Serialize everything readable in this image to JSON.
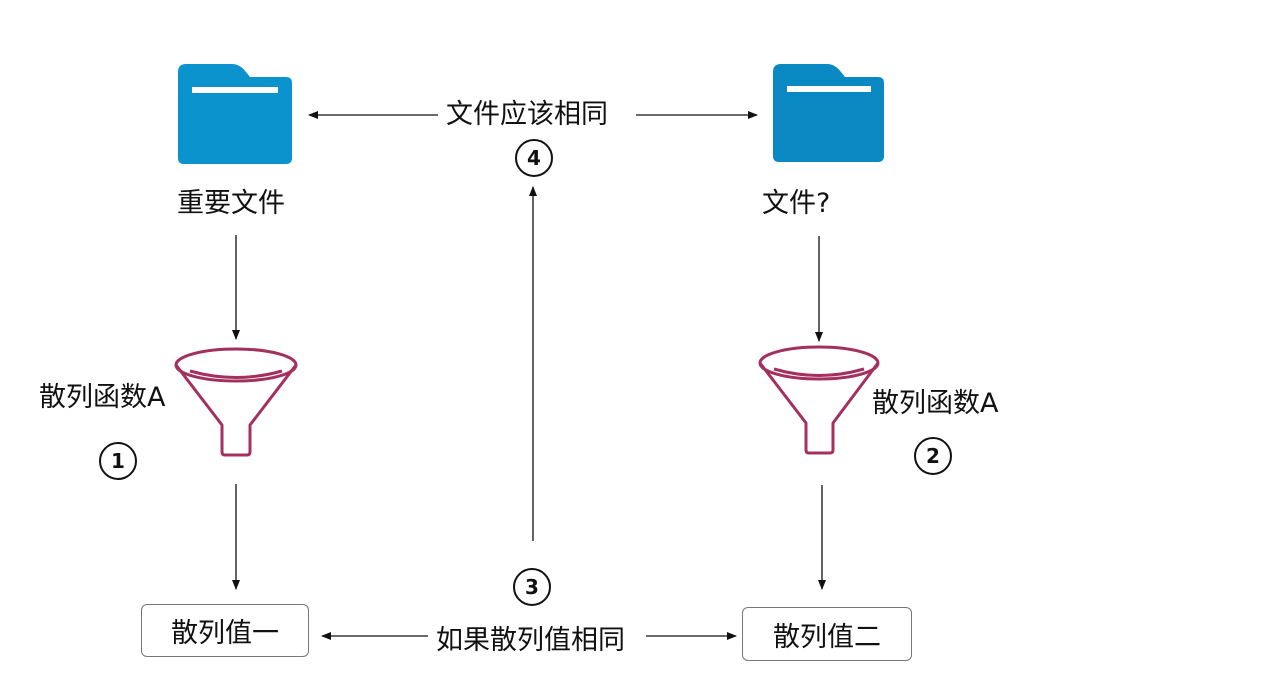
{
  "left_file": {
    "label": "重要文件"
  },
  "right_file": {
    "label": "文件?"
  },
  "compare_files": {
    "label": "文件应该相同"
  },
  "compare_hashes": {
    "label": "如果散列值相同"
  },
  "hash_function_left": {
    "label": "散列函数A"
  },
  "hash_function_right": {
    "label": "散列函数A"
  },
  "hash_value_left": {
    "label": "散列值一"
  },
  "hash_value_right": {
    "label": "散列值二"
  },
  "steps": {
    "one": "1",
    "two": "2",
    "three": "3",
    "four": "4"
  },
  "colors": {
    "folder": "#0a93cd",
    "folder_tab": "#0b80b5",
    "funnel": "#a3305f",
    "arrow": "#111111"
  }
}
